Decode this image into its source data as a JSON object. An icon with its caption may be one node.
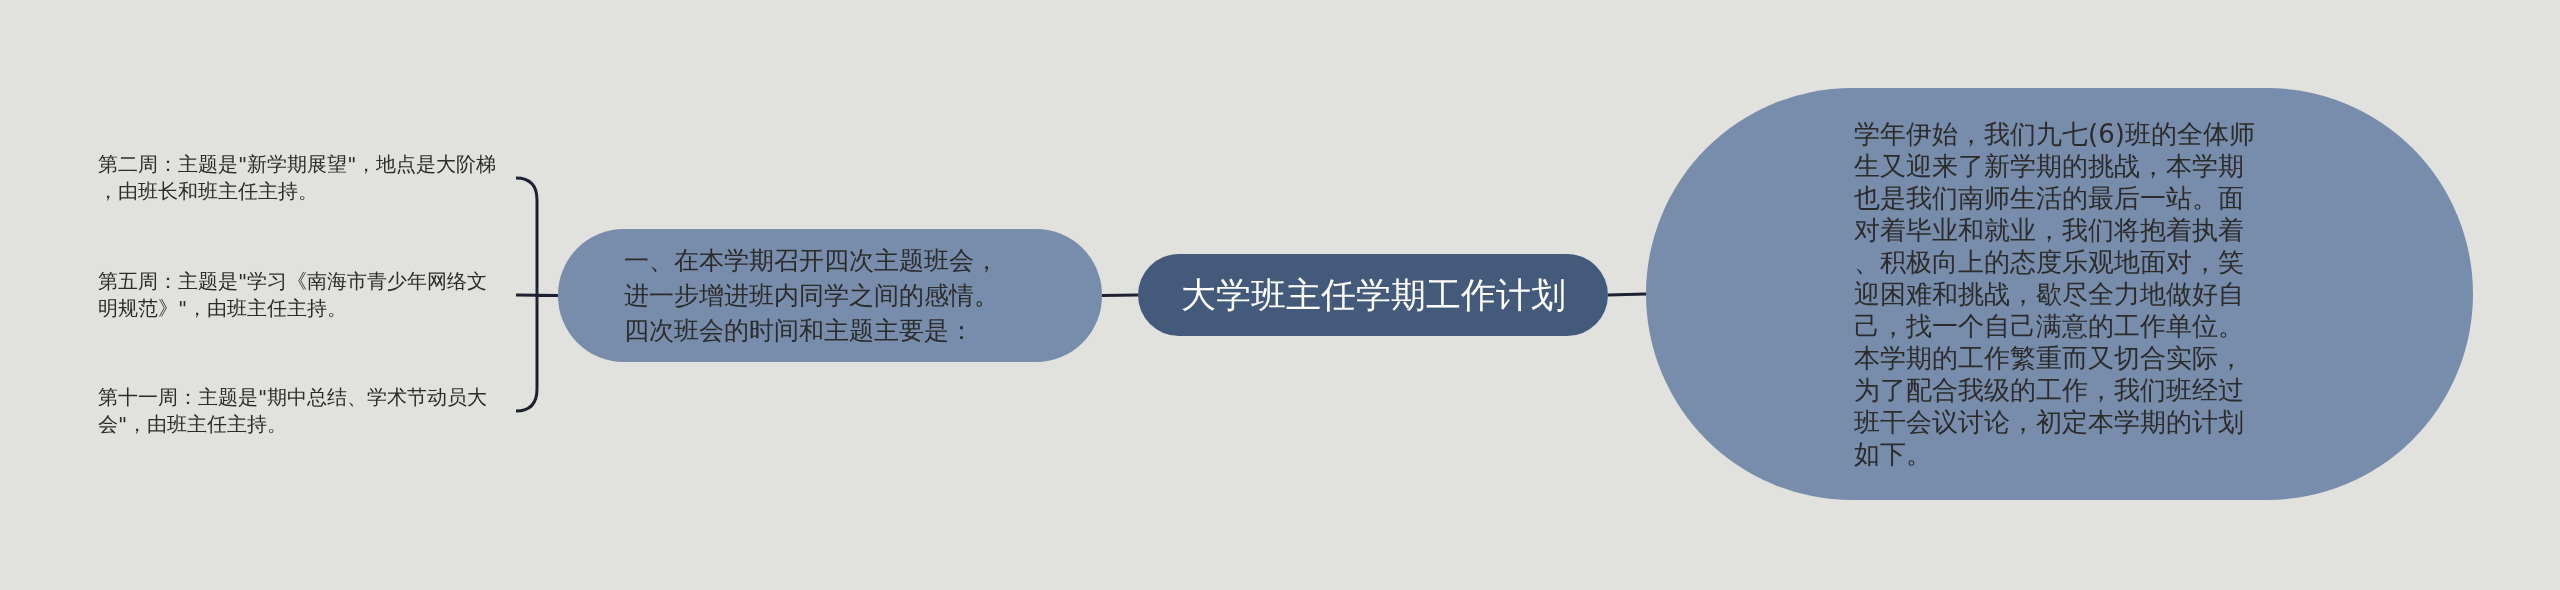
{
  "diagram": {
    "nodes": [
      {
        "text": [
          "大学班主任学期工作计划"
        ]
      },
      {
        "text": [
          "一、在本学期召开四次主题班会，进一步增进班内同学之间的感情。四次班会的时间和主题主要是："
        ]
      },
      {
        "text": [
          "第二周：主题是\"新学期展望\"，地点是大阶梯，由班长和班主任主持。"
        ]
      },
      {
        "text": [
          "第五周：主题是\"学习《南海市青少年网络文明规范》\"，由班主任主持。"
        ]
      },
      {
        "text": [
          "第十一周：主题是\"期中总结、学术节动员大会\"，由班主任主持。"
        ]
      },
      {
        "text": [
          "学年伊始，我们九七(6)班的全体师生又迎来了新学期的挑战，本学期也是我们南师生活的最后一站。面对着毕业和就业，我们将抱着执着、积极向上的态度乐观地面对，笑迎困难和挑战，歇尽全力地做好自己，找一个自己满意的工作单位。本学期的工作繁重而又切合实际，为了配合我级的工作，我们班经过班干会议讨论，初定本学期的计划如下。"
        ]
      }
    ],
    "edges": [
      {
        "from": 0,
        "to": 1,
        "arrow": "none"
      },
      {
        "from": 1,
        "to": 2,
        "arrow": "none"
      },
      {
        "from": 1,
        "to": 3,
        "arrow": "none"
      },
      {
        "from": 1,
        "to": 4,
        "arrow": "none"
      },
      {
        "from": 0,
        "to": 5,
        "arrow": "none"
      }
    ]
  }
}
